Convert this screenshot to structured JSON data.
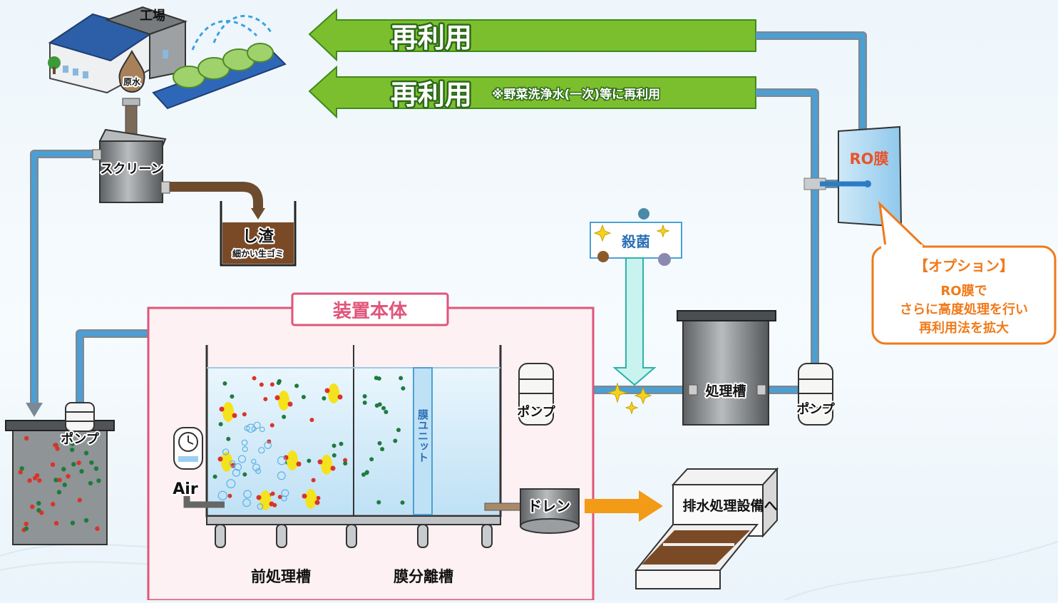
{
  "arrows": {
    "reuse_1": {
      "label": "再利用"
    },
    "reuse_2": {
      "label": "再利用",
      "note": "※野菜洗浄水(一次)等に再利用"
    }
  },
  "factory": {
    "label": "工場",
    "raw_water": "原水"
  },
  "screen": {
    "label": "スクリーン"
  },
  "residue": {
    "title": "し渣",
    "subtitle": "細かい生ゴミ"
  },
  "sterilization": {
    "label": "殺菌"
  },
  "ro_membrane": {
    "label": "RO膜"
  },
  "option_callout": {
    "title": "【オプション】",
    "lines": [
      "RO膜で",
      "さらに高度処理を行い",
      "再利用法を拡大"
    ]
  },
  "main_unit": {
    "title": "装置本体"
  },
  "pumps": {
    "pump_1": "ポンプ",
    "pump_2": "ポンプ",
    "pump_3": "ポンプ"
  },
  "treatment_tank": {
    "label": "処理槽"
  },
  "membrane_unit": {
    "label": "膜ユニット"
  },
  "air": {
    "label": "Air"
  },
  "drain": {
    "label": "ドレン"
  },
  "wastewater": {
    "label": "排水処理設備へ"
  },
  "tank_labels": {
    "pretreatment": "前処理槽",
    "membrane_separation": "膜分離槽"
  },
  "colors": {
    "reuse_arrow": "#7cbf2e",
    "pipe": "#4aa0d6",
    "frame": "#e0557a",
    "callout": "#f07a1a"
  }
}
